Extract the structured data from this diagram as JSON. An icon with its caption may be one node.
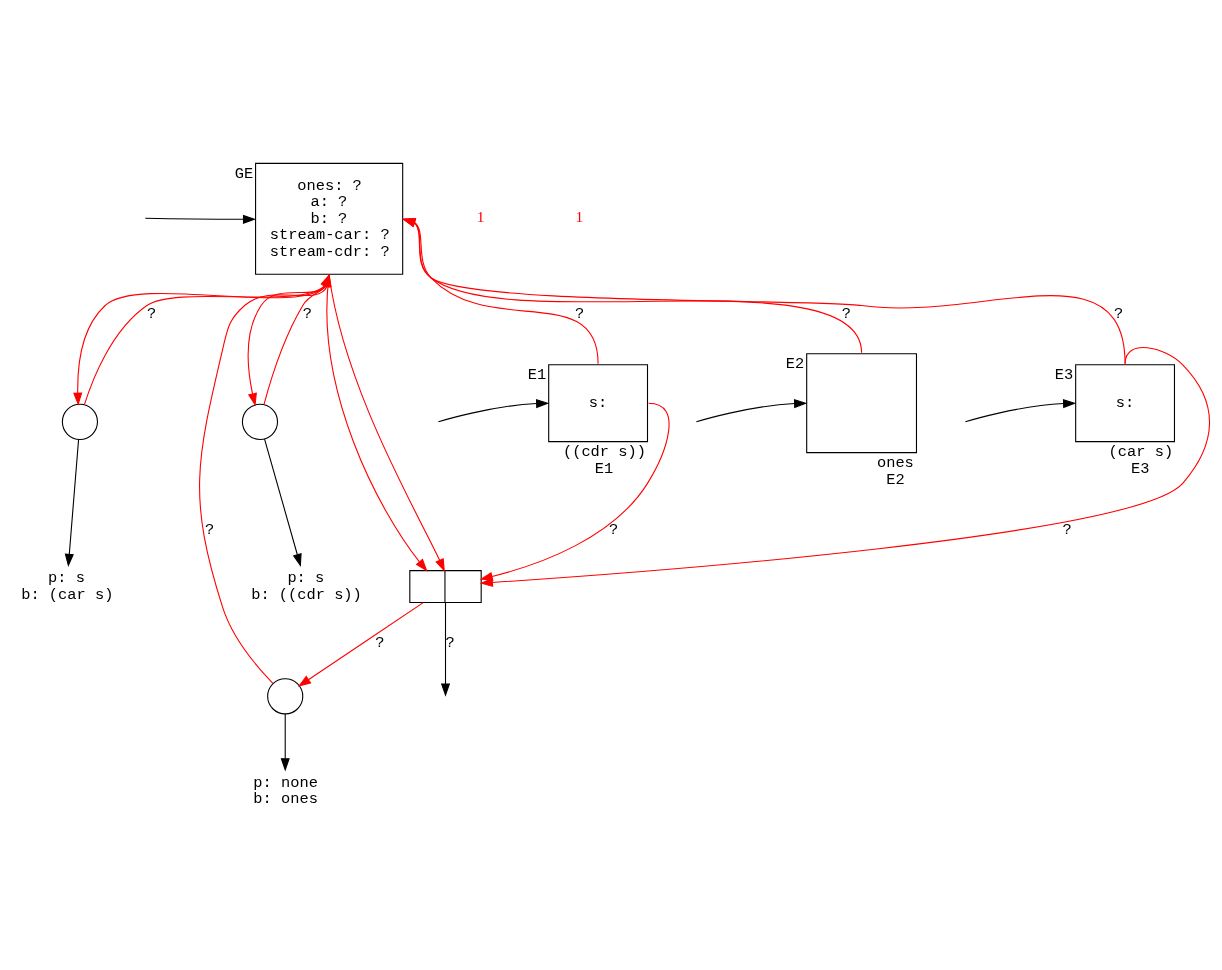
{
  "diagram": {
    "nodes": [
      {
        "text": [
          "ones: ?",
          "a: ?",
          "b: ?",
          "stream-car: ?",
          "stream-cdr: ?"
        ],
        "beside": [
          "GE"
        ]
      },
      {
        "text": [],
        "shape": "circle"
      },
      {
        "text": [
          "p: s",
          "b: (car s)"
        ]
      },
      {
        "text": [],
        "shape": "circle"
      },
      {
        "text": [
          "p: none",
          "b: ones"
        ]
      },
      {
        "text": [],
        "shape": "circle"
      },
      {
        "text": [
          "p: s",
          "b: ((cdr s))"
        ]
      },
      {
        "text": [],
        "shape": "box"
      },
      {
        "text": [
          "s:"
        ],
        "beside": [
          "E1",
          "((cdr s))",
          "E1"
        ]
      },
      {
        "text": [],
        "shape": "box",
        "beside": [
          "E2",
          "ones",
          "E2"
        ]
      },
      {
        "text": [
          "s:"
        ],
        "beside": [
          "E3",
          "(car s)",
          "E3"
        ]
      }
    ],
    "edges": [
      {
        "from": null,
        "to": 0,
        "arrow": "to",
        "color": "#000000"
      },
      {
        "from": 0,
        "to": 1,
        "arrow": "to"
      },
      {
        "from": 0,
        "to": 7,
        "arrow": "to"
      },
      {
        "from": 0,
        "to": 7,
        "arrow": "to"
      },
      {
        "from": 0,
        "to": 5,
        "arrow": "to"
      },
      {
        "from": 1,
        "to": 0,
        "arrow": "to",
        "label": "?"
      },
      {
        "from": 1,
        "to": 2,
        "arrow": "to",
        "color": "#000000"
      },
      {
        "from": 3,
        "to": 0,
        "arrow": "to",
        "label": "?"
      },
      {
        "from": 3,
        "to": 4,
        "arrow": "to",
        "color": "#000000"
      },
      {
        "from": 5,
        "to": 0,
        "arrow": "to",
        "label": "?"
      },
      {
        "from": 5,
        "to": 6,
        "arrow": "to",
        "color": "#000000"
      },
      {
        "from": 7,
        "to": null,
        "arrow": "to",
        "label": "?",
        "color": "#000000"
      },
      {
        "from": 7,
        "to": 3,
        "arrow": "to",
        "label": "?"
      },
      {
        "from": null,
        "to": 8,
        "arrow": "to",
        "color": "#000000"
      },
      {
        "from": 8,
        "to": 0,
        "arrow": "to",
        "label": "?"
      },
      {
        "from": 8,
        "to": 7,
        "arrow": "to",
        "label": "?"
      },
      {
        "from": null,
        "to": 9,
        "arrow": "to",
        "color": "#000000"
      },
      {
        "from": 9,
        "to": 0,
        "arrow": "to",
        "label": "?"
      },
      {
        "from": null,
        "to": 10,
        "arrow": "to",
        "color": "#000000"
      },
      {
        "from": 10,
        "to": 0,
        "arrow": "to",
        "label": "?"
      },
      {
        "from": 10,
        "to": 7,
        "arrow": "to",
        "label": "?"
      }
    ],
    "labels": [
      "1",
      "1"
    ]
  }
}
